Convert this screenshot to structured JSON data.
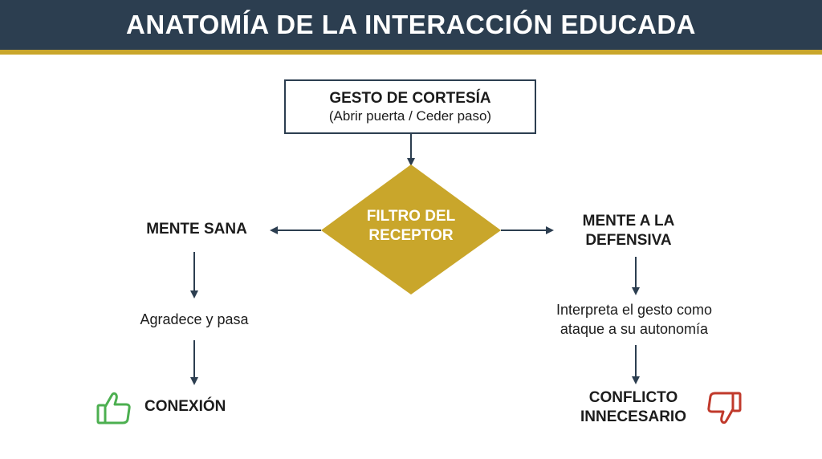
{
  "header": {
    "title": "ANATOMÍA DE LA INTERACCIÓN EDUCADA"
  },
  "top_box": {
    "title": "GESTO DE CORTESÍA",
    "subtitle": "(Abrir puerta / Ceder paso)"
  },
  "filter": {
    "label": "FILTRO DEL RECEPTOR"
  },
  "left_branch": {
    "title": "MENTE SANA",
    "reaction": "Agradece y pasa",
    "outcome": "CONEXIÓN",
    "icon": "thumbs-up-icon"
  },
  "right_branch": {
    "title": "MENTE A LA DEFENSIVA",
    "reaction": "Interpreta el gesto como ataque a su autonomía",
    "outcome": "CONFLICTO INNECESARIO",
    "icon": "thumbs-down-icon"
  },
  "colors": {
    "header_bg": "#2c3e50",
    "accent_gold": "#c9a62b",
    "diamond": "#c9a62b",
    "positive": "#4caf50",
    "negative": "#c0392b",
    "arrow": "#2c3e50"
  }
}
